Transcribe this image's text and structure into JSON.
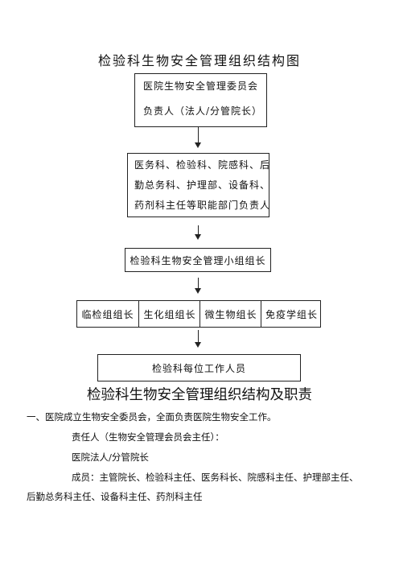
{
  "title": "检验科生物安全管理组织结构图",
  "committee": {
    "line1": "医院生物安全管理委员会",
    "line2": "负责人（法人/分管院长）"
  },
  "departments": {
    "line1": "医务科、检验科、院感科、后",
    "line2": "勤总务科、护理部、设备科、",
    "line3": "药剂科主任等职能部门负责人"
  },
  "team_leader": "检验科生物安全管理小组组长",
  "groups": [
    "临检组组长",
    "生化组组长",
    "微生物组长",
    "免疫学组长"
  ],
  "staff": "检验科每位工作人员",
  "section_title": "检验科生物安全管理组织结构及职责",
  "body": {
    "p1": "一、医院成立生物安全委员会，全面负责医院生物安全工作。",
    "p2": "责任人（生物安全管理会员会主任）：",
    "p3": "医院法人/分管院长",
    "p4a": "成员：主管院长、检验科主任、医务科长、院感科主任、护理部主任、",
    "p4b": "后勤总务科主任、设备科主任、药剂科主任"
  }
}
